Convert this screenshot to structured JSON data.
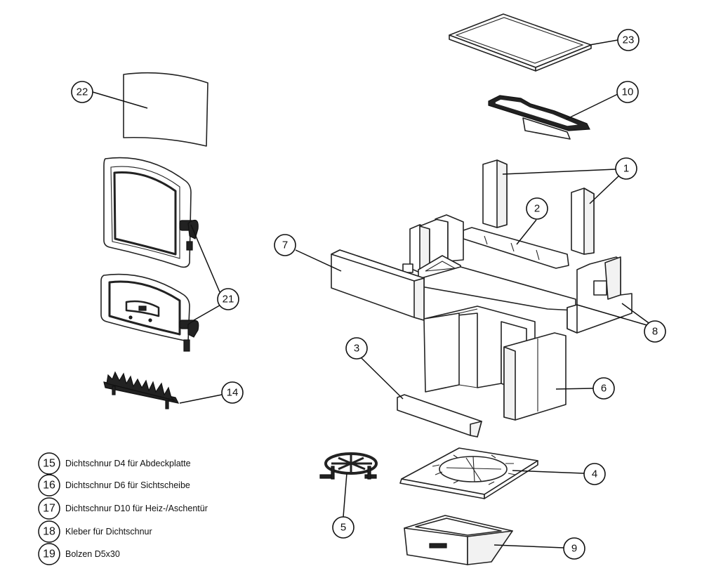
{
  "callouts": {
    "c1": "1",
    "c2": "2",
    "c3": "3",
    "c4": "4",
    "c5": "5",
    "c6": "6",
    "c7": "7",
    "c8": "8",
    "c9": "9",
    "c10": "10",
    "c14": "14",
    "c21": "21",
    "c22": "22",
    "c23": "23"
  },
  "legend": [
    {
      "number": "15",
      "text": "Dichtschnur D4 für Abdeckplatte"
    },
    {
      "number": "16",
      "text": "Dichtschnur D6 für Sichtscheibe"
    },
    {
      "number": "17",
      "text": "Dichtschnur D10 für Heiz-/Aschentür"
    },
    {
      "number": "18",
      "text": "Kleber für Dichtschnur"
    },
    {
      "number": "19",
      "text": "Bolzen D5x30"
    }
  ]
}
